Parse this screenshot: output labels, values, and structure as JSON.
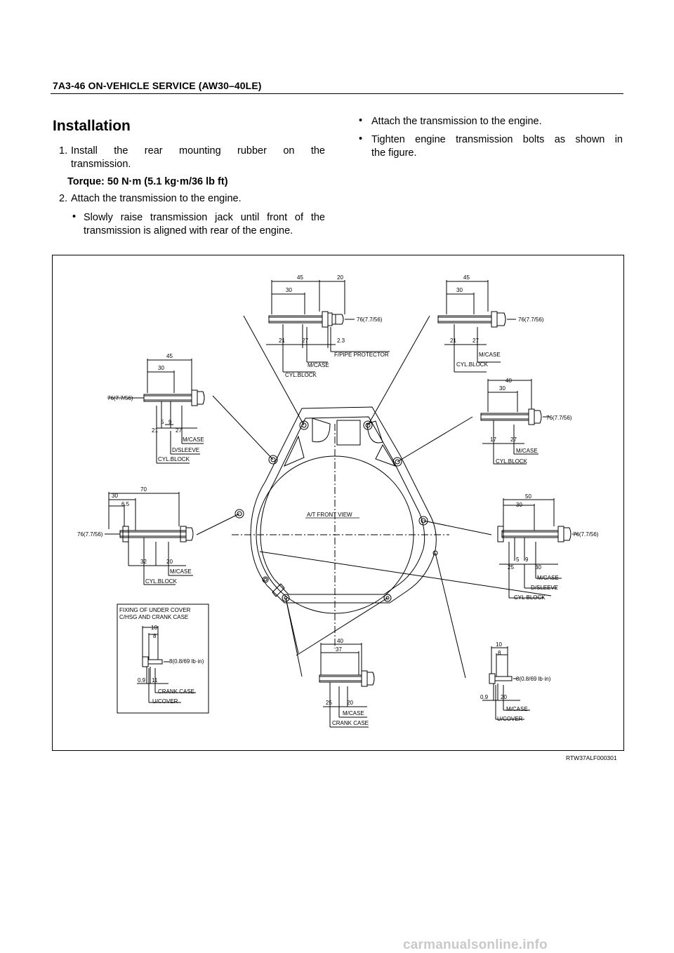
{
  "header": {
    "title": "7A3-46  ON-VEHICLE SERVICE (AW30–40LE)"
  },
  "section": {
    "title": "Installation"
  },
  "left_column": {
    "step1_num": "1.",
    "step1_line1": "Install the rear mounting rubber on the",
    "step1_line2": "transmission.",
    "torque": "Torque: 50 N·m (5.1 kg·m/36 lb ft)",
    "step2_num": "2.",
    "step2": "Attach the transmission to the engine.",
    "bullet_char": "•",
    "sub_line1": "Slowly raise transmission jack until front of the",
    "sub_line2": "transmission is aligned with rear of the engine."
  },
  "right_column": {
    "bullet_char": "•",
    "bullet1": "Attach the transmission to the engine.",
    "bullet2_line1": "Tighten engine transmission bolts as shown in",
    "bullet2_line2": "the figure."
  },
  "figure": {
    "center_label": "A/T FRONT VIEW",
    "torque_main": "76(7.7/56)",
    "torque_small": "8(0.8/69 lb·in)",
    "inset_title_1": "FIXING OF UNDER COVER",
    "inset_title_2": "C/HSG AND CRANK CASE",
    "bolts": {
      "top_center": {
        "dims": [
          "45",
          "30",
          "20",
          "21",
          "27",
          "2.3"
        ],
        "labels": [
          "F/PIPE PROTECTOR",
          "M/CASE",
          "CYL.BLOCK"
        ]
      },
      "top_right": {
        "dims": [
          "45",
          "30",
          "21",
          "27"
        ],
        "labels": [
          "M/CASE",
          "CYL.BLOCK"
        ]
      },
      "upper_left": {
        "dims": [
          "45",
          "30",
          "5",
          "9",
          "21",
          "27"
        ],
        "labels": [
          "M/CASE",
          "D/SLEEVE",
          "CYL.BLOCK"
        ]
      },
      "upper_right": {
        "dims": [
          "40",
          "30",
          "17",
          "27"
        ],
        "labels": [
          "M/CASE",
          "CYL.BLOCK"
        ]
      },
      "mid_left": {
        "dims": [
          "70",
          "30",
          "6.5",
          "32",
          "20"
        ],
        "labels": [
          "M/CASE",
          "CYL.BLOCK"
        ]
      },
      "mid_right": {
        "dims": [
          "50",
          "30",
          "5",
          "9",
          "25",
          "30"
        ],
        "labels": [
          "M/CASE",
          "D/SLEEVE",
          "CYL BLOCK"
        ]
      },
      "inset": {
        "dims": [
          "10",
          "8",
          "0.9",
          "11"
        ],
        "labels": [
          "CRANK CASE",
          "U/COVER"
        ]
      },
      "bottom_center": {
        "dims": [
          "40",
          "37",
          "25",
          "20"
        ],
        "labels": [
          "M/CASE",
          "CRANK CASE"
        ]
      },
      "bottom_right": {
        "dims": [
          "10",
          "8",
          "0.9",
          "20"
        ],
        "labels": [
          "M/CASE",
          "U/COVER"
        ]
      }
    },
    "figure_id": "RTW37ALF000301"
  },
  "watermark": "carmanualsonline.info"
}
